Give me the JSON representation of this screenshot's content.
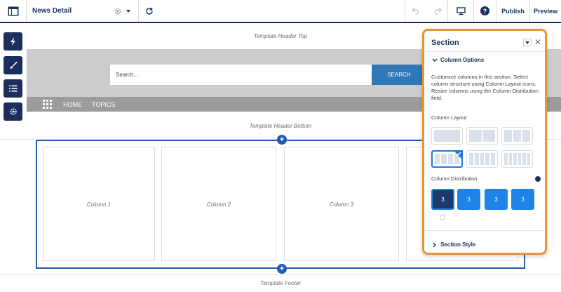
{
  "toolbar": {
    "page_name": "News Detail",
    "publish_label": "Publish",
    "preview_label": "Preview",
    "help_glyph": "?"
  },
  "canvas": {
    "header_top_label": "Template Header Top",
    "header_bottom_label": "Template Header Bottom",
    "footer_label": "Template Footer",
    "search": {
      "placeholder": "Search...",
      "button_label": "SEARCH"
    },
    "nav_items": [
      "HOME",
      "TOPICS"
    ],
    "columns": [
      "Column 1",
      "Column 2",
      "Column 3"
    ],
    "add_glyph": "+"
  },
  "panel": {
    "title": "Section",
    "close_glyph": "✕",
    "column_options_header": "Column Options",
    "description": "Customize columns in this section. Select column structure using Column Layout icons. Resize columns using the Column Distribution field.",
    "column_layout_label": "Column Layout",
    "column_layouts": [
      {
        "columns": 1,
        "selected": false
      },
      {
        "columns": 2,
        "selected": false
      },
      {
        "columns": 3,
        "selected": false
      },
      {
        "columns": 4,
        "selected": true
      },
      {
        "columns": 5,
        "selected": false
      },
      {
        "columns": 6,
        "selected": false
      }
    ],
    "column_distribution_label": "Column Distribution",
    "column_distribution": [
      "3",
      "3",
      "3",
      "3"
    ],
    "section_style_header": "Section Style"
  },
  "icons": {
    "home": "app-layout-icon",
    "settings": "gear-icon",
    "refresh": "refresh-icon",
    "undo": "undo-icon",
    "redo": "redo-icon",
    "device": "desktop-icon",
    "help": "help-icon",
    "left_tools": [
      "lightning-icon",
      "brush-icon",
      "list-icon",
      "gear-icon"
    ]
  },
  "colors": {
    "navy": "#1b2f5c",
    "accent_blue": "#1f84e8",
    "search_blue": "#2f78b8",
    "panel_highlight": "#e8953a"
  }
}
